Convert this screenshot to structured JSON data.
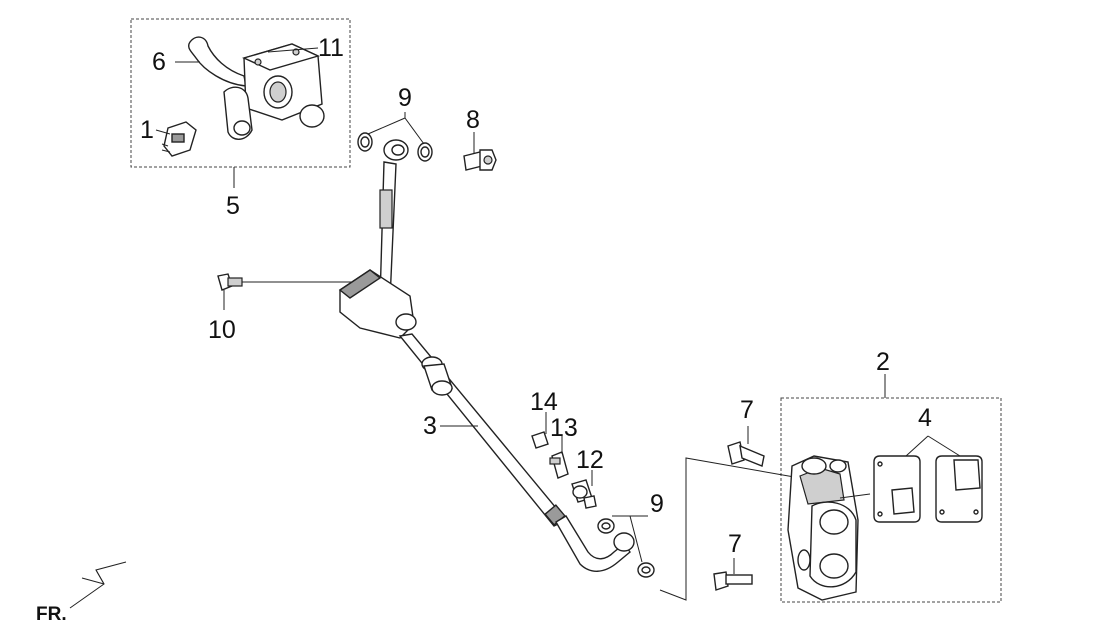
{
  "callouts": {
    "c1": "1",
    "c2": "2",
    "c3": "3",
    "c4": "4",
    "c5": "5",
    "c6": "6",
    "c7a": "7",
    "c7b": "7",
    "c8": "8",
    "c9a": "9",
    "c9b": "9",
    "c10": "10",
    "c11": "11",
    "c12": "12",
    "c13": "13",
    "c14": "14"
  },
  "direction_marker": "FR."
}
